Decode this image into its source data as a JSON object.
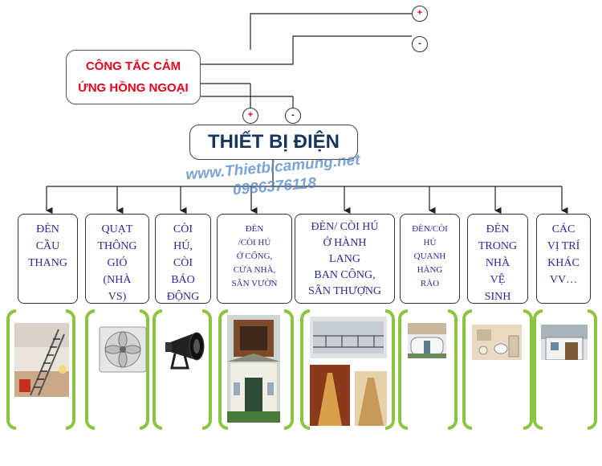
{
  "sensor": {
    "label_line1": "CÔNG TẮC CẢM",
    "label_line2": "ỨNG HỒNG NGOẠI"
  },
  "device": {
    "label": "THIẾT BỊ ĐIỆN"
  },
  "terminals": {
    "plus": "+",
    "minus": "-"
  },
  "watermark": {
    "url": "www.Thietbicamung.net",
    "phone": "0986376118"
  },
  "categories": [
    {
      "label": "ĐÈN\nCẦU\nTHANG",
      "image": "staircase-photo"
    },
    {
      "label": "QUẠT\nTHÔNG\nGIÓ\n(NHÀ\nVS)",
      "image": "ventilation-fan-photo"
    },
    {
      "label": "CÒI\nHÚ,\nCÒI\nBÁO\nĐỘNG",
      "image": "siren-horn-photo"
    },
    {
      "label": "ĐÈN\n/CÒI HÚ\nỞ CỔNG,\nCỬA NHÀ,\nSÂN VƯỜN",
      "image": "house-gate-photo"
    },
    {
      "label": "ĐÈN/ CÒI HÚ\nỞ HÀNH\nLANG\nBAN CÔNG,\nSÂN THƯỢNG",
      "image": "corridor-balcony-photo"
    },
    {
      "label": "ĐÈN/CÒI\nHÚ\nQUANH\nHÀNG\nRÀO",
      "image": "fence-photo"
    },
    {
      "label": "ĐÈN\nTRONG\nNHÀ\nVỆ\nSINH",
      "image": "bathroom-photo"
    },
    {
      "label": "CÁC\nVỊ TRÍ\nKHÁC\nVV…",
      "image": "other-location-photo"
    }
  ]
}
